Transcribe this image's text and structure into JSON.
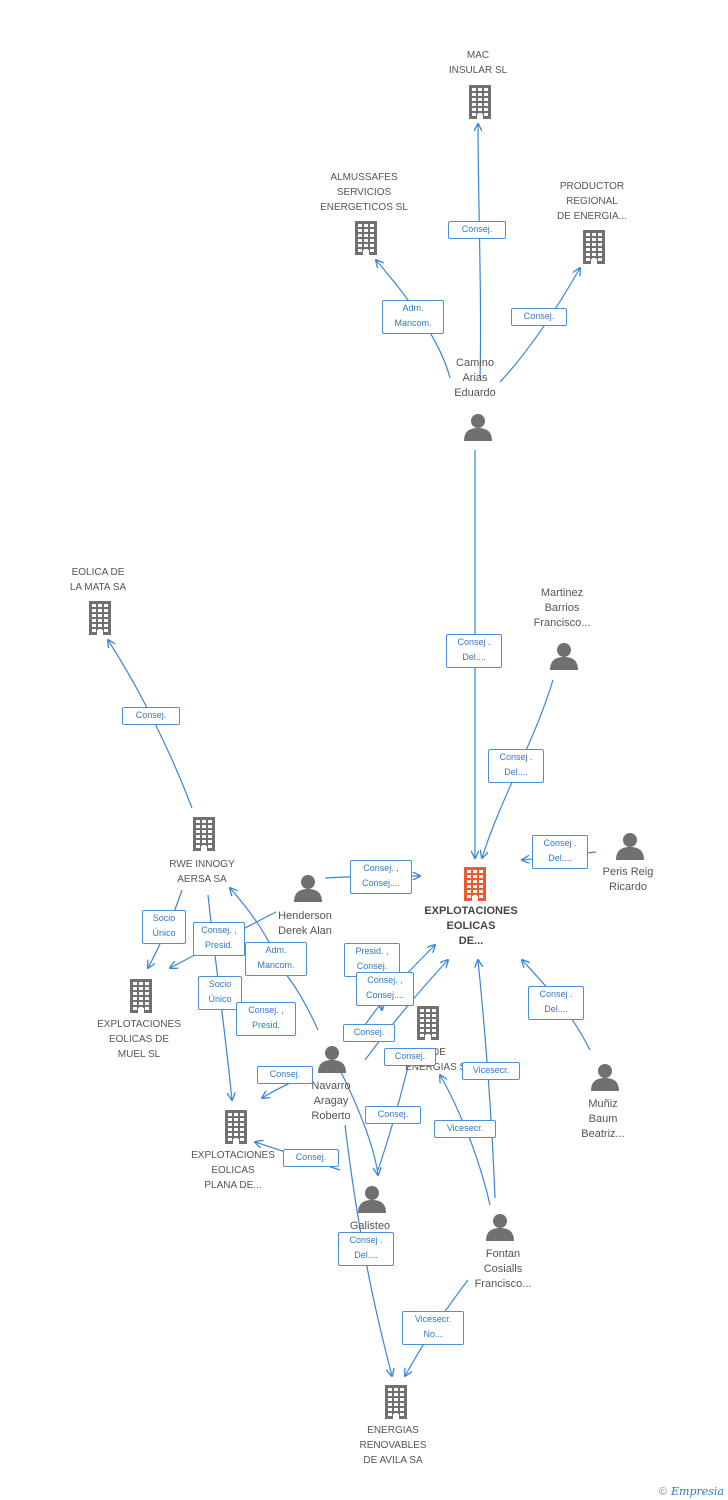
{
  "colors": {
    "edge": "#3a86d6",
    "icon": "#707070",
    "main_icon": "#ee5a2f",
    "badge_border": "#4a8fd9"
  },
  "companies": [
    {
      "id": "mac",
      "label": "MAC\nINSULAR SL"
    },
    {
      "id": "alm",
      "label": "ALMUSSAFES\nSERVICIOS\nENERGETICOS SL"
    },
    {
      "id": "prod",
      "label": "PRODUCTOR\nREGIONAL\nDE ENERGIA..."
    },
    {
      "id": "eolmata",
      "label": "EOLICA DE\nLA MATA SA"
    },
    {
      "id": "rwe",
      "label": "RWE INNOGY\nAERSA SA"
    },
    {
      "id": "main",
      "label": "EXPLOTACIONES\nEOLICAS\nDE...",
      "main": true
    },
    {
      "id": "muel",
      "label": "EXPLOTACIONES\nEOLICAS DE\nMUEL SL"
    },
    {
      "id": "plana",
      "label": "EXPLOTACIONES\nEOLICAS\nPLANA DE..."
    },
    {
      "id": "energ",
      "label": "DE\nENERGIAS SA"
    },
    {
      "id": "avila",
      "label": "ENERGIAS\nRENOVABLES\nDE AVILA SA"
    }
  ],
  "people": [
    {
      "id": "camino",
      "label": "Camino\nArias\nEduardo"
    },
    {
      "id": "martinez",
      "label": "Martinez\nBarrios\nFrancisco..."
    },
    {
      "id": "peris",
      "label": "Peris Reig\nRicardo"
    },
    {
      "id": "henderson",
      "label": "Henderson\nDerek Alan"
    },
    {
      "id": "navarro",
      "label": "Navarro\nAragay\nRoberto"
    },
    {
      "id": "galisteo",
      "label": "Galisteo"
    },
    {
      "id": "fontan",
      "label": "Fontan\nCosialls\nFrancisco..."
    },
    {
      "id": "muniz",
      "label": "Muñiz\nBaum\nBeatriz..."
    }
  ],
  "edges": [
    {
      "id": "e1",
      "label": "Consej."
    },
    {
      "id": "e2",
      "label": "Adm.\nMancom."
    },
    {
      "id": "e3",
      "label": "Consej."
    },
    {
      "id": "e4",
      "label": "Consej .\nDel...."
    },
    {
      "id": "e5",
      "label": "Consej .\nDel...."
    },
    {
      "id": "e6",
      "label": "Consej .\nDel...."
    },
    {
      "id": "e7",
      "label": "Consej."
    },
    {
      "id": "e8",
      "label": "Consej. ,\nConsej...."
    },
    {
      "id": "e9",
      "label": "Socio\nÚnico"
    },
    {
      "id": "e10",
      "label": "Consej. ,\nPresid."
    },
    {
      "id": "e11",
      "label": "Adm.\nMancom."
    },
    {
      "id": "e12",
      "label": "Socio\nÚnico"
    },
    {
      "id": "e13",
      "label": "Consej. ,\nPresid."
    },
    {
      "id": "e14",
      "label": "Presid. ,\nConsej."
    },
    {
      "id": "e15",
      "label": "Consej. ,\nConsej...."
    },
    {
      "id": "e16",
      "label": "Consej."
    },
    {
      "id": "e17",
      "label": "Consej."
    },
    {
      "id": "e18",
      "label": "Consej."
    },
    {
      "id": "e19",
      "label": "Consej .\nDel...."
    },
    {
      "id": "e20",
      "label": "Vicesecr."
    },
    {
      "id": "e21",
      "label": "Vicesecr."
    },
    {
      "id": "e22",
      "label": "Consej."
    },
    {
      "id": "e23",
      "label": "Consej."
    },
    {
      "id": "e24",
      "label": "Consej .\nDel...."
    },
    {
      "id": "e25",
      "label": "Vicesecr.\nNo..."
    }
  ],
  "footer": {
    "copyright": "©",
    "brand": "Empresia"
  }
}
